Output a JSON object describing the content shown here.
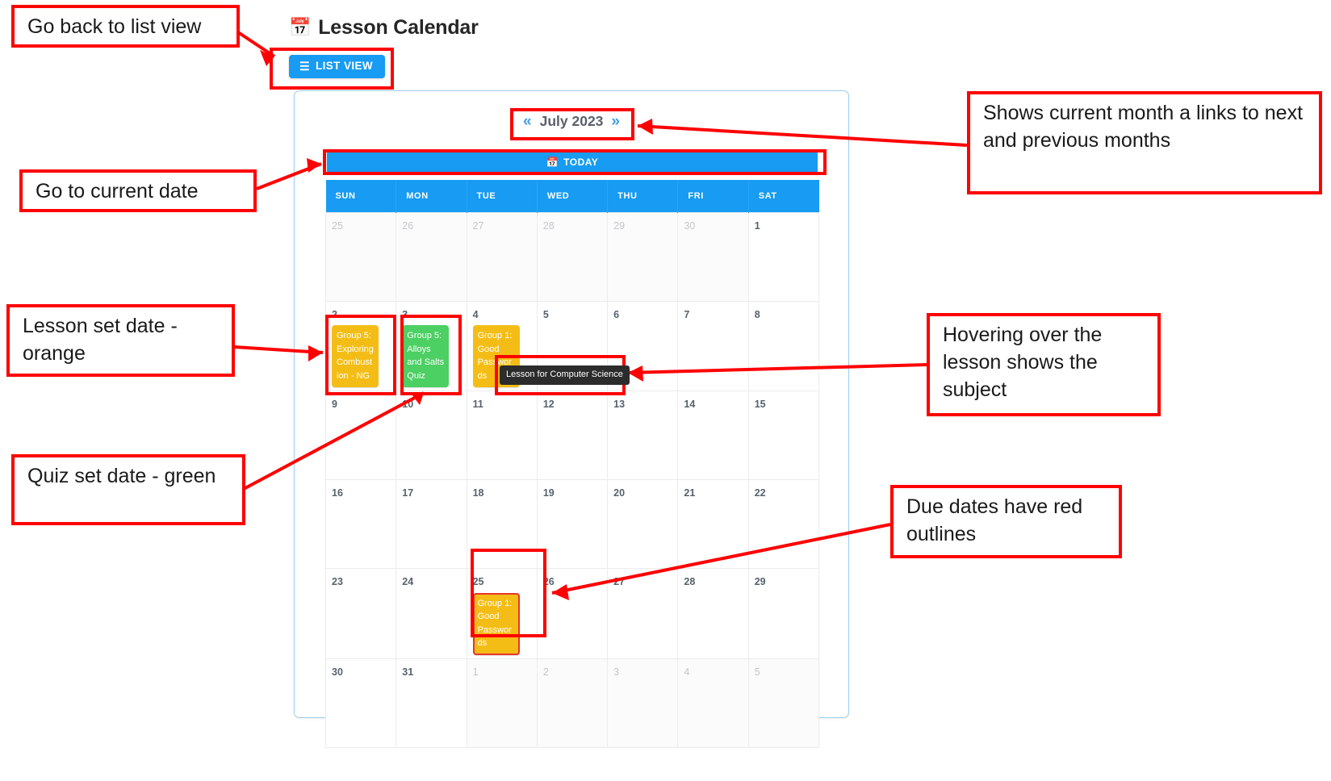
{
  "header": {
    "title": "Lesson Calendar",
    "calendar_icon": "calendar-icon",
    "list_view_label": "LIST VIEW",
    "list_view_icon": "list-icon"
  },
  "calendar": {
    "prev_arrow": "«",
    "next_arrow": "»",
    "month_label": "July 2023",
    "today_label": "TODAY",
    "today_icon": "calendar-day-icon",
    "weekdays": [
      "SUN",
      "MON",
      "TUE",
      "WED",
      "THU",
      "FRI",
      "SAT"
    ],
    "weeks": [
      [
        {
          "day": "25",
          "muted": true
        },
        {
          "day": "26",
          "muted": true
        },
        {
          "day": "27",
          "muted": true
        },
        {
          "day": "28",
          "muted": true
        },
        {
          "day": "29",
          "muted": true
        },
        {
          "day": "30",
          "muted": true
        },
        {
          "day": "1",
          "muted": false
        }
      ],
      [
        {
          "day": "2",
          "muted": false,
          "event": {
            "title": "Group 5: Exploring Combustion - NG",
            "type": "lesson",
            "due": false
          }
        },
        {
          "day": "3",
          "muted": false,
          "event": {
            "title": "Group 5: Alloys and Salts Quiz",
            "type": "quiz",
            "due": false
          }
        },
        {
          "day": "4",
          "muted": false,
          "event": {
            "title": "Group 1: Good Passwords",
            "type": "lesson",
            "due": false
          }
        },
        {
          "day": "5",
          "muted": false
        },
        {
          "day": "6",
          "muted": false
        },
        {
          "day": "7",
          "muted": false
        },
        {
          "day": "8",
          "muted": false
        }
      ],
      [
        {
          "day": "9",
          "muted": false
        },
        {
          "day": "10",
          "muted": false
        },
        {
          "day": "11",
          "muted": false
        },
        {
          "day": "12",
          "muted": false
        },
        {
          "day": "13",
          "muted": false
        },
        {
          "day": "14",
          "muted": false
        },
        {
          "day": "15",
          "muted": false
        }
      ],
      [
        {
          "day": "16",
          "muted": false
        },
        {
          "day": "17",
          "muted": false
        },
        {
          "day": "18",
          "muted": false
        },
        {
          "day": "19",
          "muted": false
        },
        {
          "day": "20",
          "muted": false
        },
        {
          "day": "21",
          "muted": false
        },
        {
          "day": "22",
          "muted": false
        }
      ],
      [
        {
          "day": "23",
          "muted": false
        },
        {
          "day": "24",
          "muted": false
        },
        {
          "day": "25",
          "muted": false,
          "event": {
            "title": "Group 1: Good Passwords",
            "type": "lesson",
            "due": true
          }
        },
        {
          "day": "26",
          "muted": false
        },
        {
          "day": "27",
          "muted": false
        },
        {
          "day": "28",
          "muted": false
        },
        {
          "day": "29",
          "muted": false
        }
      ],
      [
        {
          "day": "30",
          "muted": false
        },
        {
          "day": "31",
          "muted": false
        },
        {
          "day": "1",
          "muted": true
        },
        {
          "day": "2",
          "muted": true
        },
        {
          "day": "3",
          "muted": true
        },
        {
          "day": "4",
          "muted": true
        },
        {
          "day": "5",
          "muted": true
        }
      ]
    ],
    "tooltip": "Lesson for Computer Science"
  },
  "annotations": {
    "list_view": "Go back to list view",
    "current_date": "Go to current date",
    "lesson_colour": "Lesson set date - orange",
    "quiz_colour": "Quiz set date - green",
    "month_nav": "Shows current month a links to next and previous months",
    "hover": "Hovering over the lesson shows the subject",
    "due_dates": "Due dates have red outlines"
  },
  "colors": {
    "primary_blue": "#189bf2",
    "lesson_orange": "#f4bd16",
    "quiz_green": "#4ccf63",
    "due_red": "#e8362a",
    "annotation_red": "#ff0000"
  }
}
